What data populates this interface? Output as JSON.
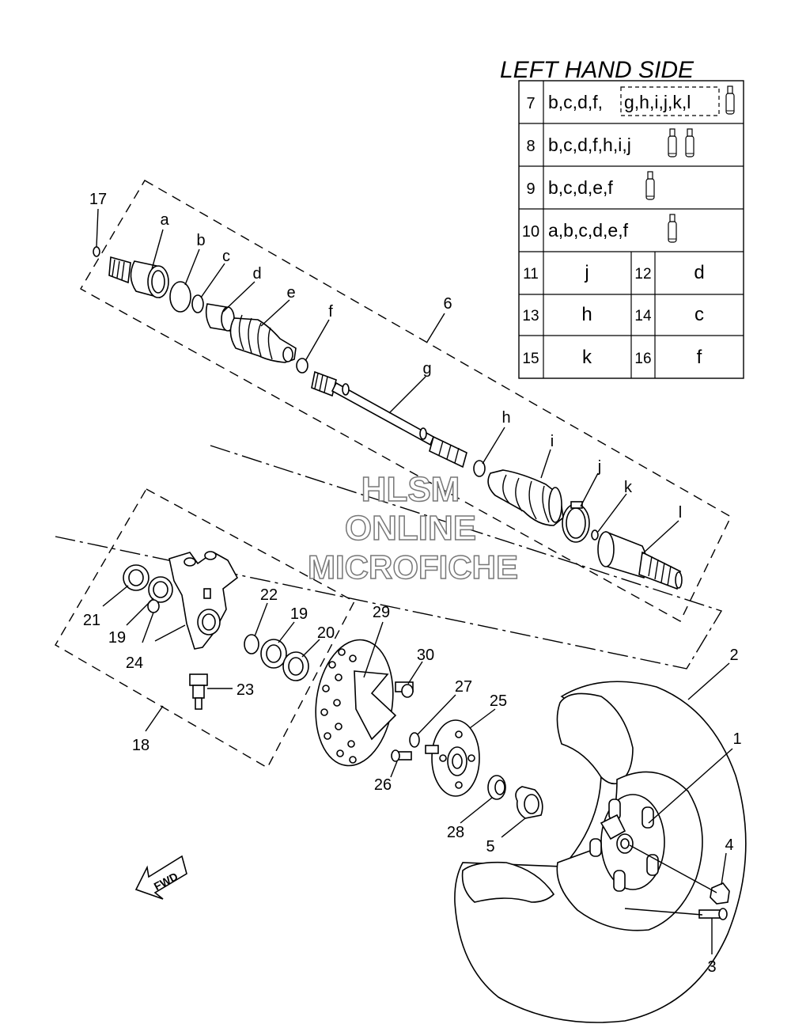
{
  "legend_title": "LEFT HAND SIDE",
  "legend_rows": [
    {
      "num": "7",
      "text": "b,c,d,f,",
      "boxed": "g,h,i,j,k,l"
    },
    {
      "num": "8",
      "text": "b,c,d,f,h,i,j"
    },
    {
      "num": "9",
      "text": "b,c,d,e,f"
    },
    {
      "num": "10",
      "text": "a,b,c,d,e,f"
    }
  ],
  "legend_pairs": [
    {
      "n1": "11",
      "v1": "j",
      "n2": "12",
      "v2": "d"
    },
    {
      "n1": "13",
      "v1": "h",
      "n2": "14",
      "v2": "c"
    },
    {
      "n1": "15",
      "v1": "k",
      "n2": "16",
      "v2": "f"
    }
  ],
  "callouts": {
    "p17": "17",
    "pa": "a",
    "pb": "b",
    "pc": "c",
    "pd": "d",
    "pe": "e",
    "pf": "f",
    "p6": "6",
    "pg": "g",
    "ph": "h",
    "pi": "i",
    "pj": "j",
    "pk": "k",
    "pl": "l",
    "p21": "21",
    "p19a": "19",
    "p24": "24",
    "p22": "22",
    "p19b": "19",
    "p20": "20",
    "p23": "23",
    "p18": "18",
    "p29": "29",
    "p30": "30",
    "p27": "27",
    "p25": "25",
    "p26": "26",
    "p28": "28",
    "p5": "5",
    "p2": "2",
    "p1": "1",
    "p4": "4",
    "p3": "3"
  },
  "fwd_label": "FWD",
  "watermark": {
    "line1": "HLSM",
    "line2": "ONLINE",
    "line3": "MICROFICHE"
  }
}
